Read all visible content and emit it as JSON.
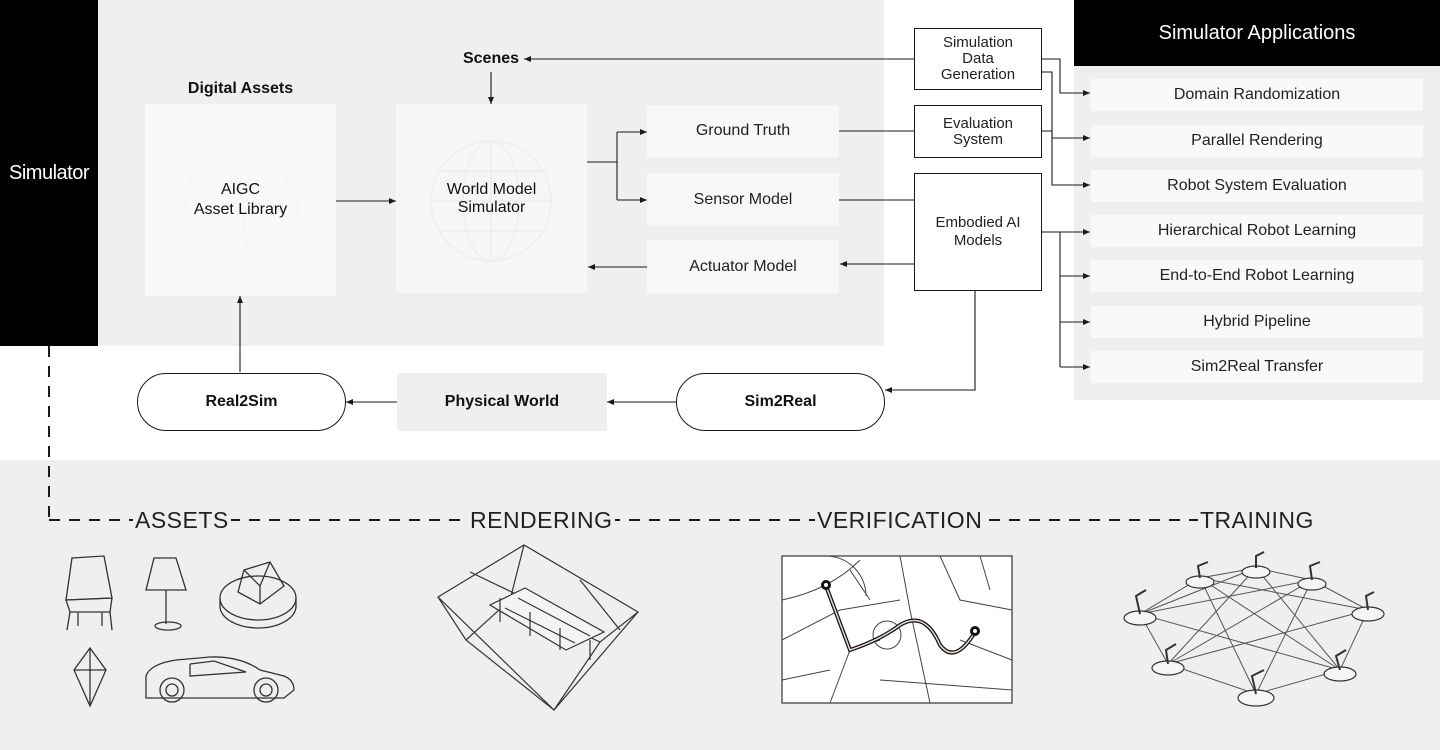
{
  "left_tab": {
    "label": "Simulator"
  },
  "digital_assets": {
    "title": "Digital Assets",
    "library_label": "AIGC\nAsset Library"
  },
  "scenes_label": "Scenes",
  "world_model": {
    "label": "World Model\nSimulator"
  },
  "ground_truth": "Ground Truth",
  "sensor_model": "Sensor Model",
  "actuator_model": "Actuator Model",
  "sim_data_gen": "Simulation\nData\nGeneration",
  "evaluation_system": "Evaluation\nSystem",
  "embodied_ai": "Embodied AI\nModels",
  "real2sim": "Real2Sim",
  "physical_world": "Physical World",
  "sim2real": "Sim2Real",
  "applications": {
    "title": "Simulator Applications",
    "items": [
      "Domain Randomization",
      "Parallel Rendering",
      "Robot System Evaluation",
      "Hierarchical Robot Learning",
      "End-to-End Robot Learning",
      "Hybrid Pipeline",
      "Sim2Real Transfer"
    ]
  },
  "stages": [
    "ASSETS",
    "RENDERING",
    "VERIFICATION",
    "TRAINING"
  ],
  "colors": {
    "panel": "#efefef",
    "dark": "#000000",
    "node": "#f7f7f7",
    "line": "#1a1a1a"
  }
}
